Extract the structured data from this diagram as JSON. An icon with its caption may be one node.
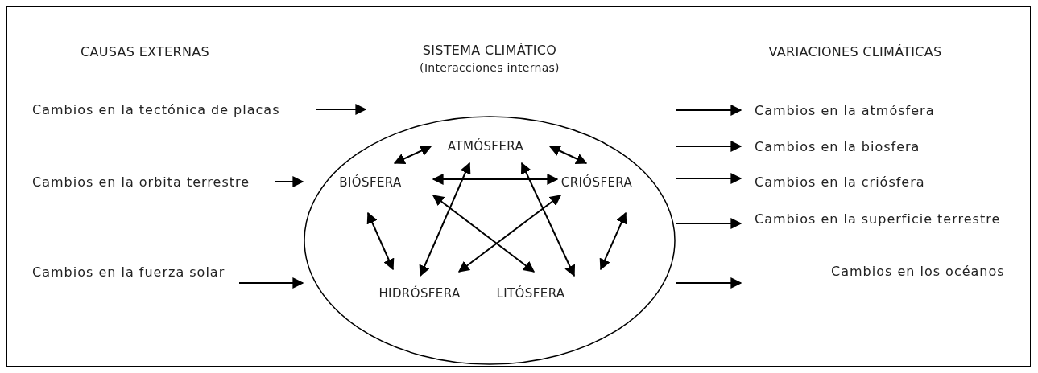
{
  "diagram": {
    "nodes": [
      {
        "text": [],
        "shape": "ellipse"
      },
      {
        "text": [
          "ATMÓSFERA"
        ],
        "in": 0
      },
      {
        "text": [
          "BIÓSFERA"
        ],
        "in": 0
      },
      {
        "text": [
          "CRIÓSFERA"
        ],
        "in": 0
      },
      {
        "text": [
          "HIDRÓSFERA"
        ],
        "in": 0
      },
      {
        "text": [
          "LITÓSFERA"
        ],
        "in": 0
      },
      {
        "text": [
          "Cambios en la tectónica de placas"
        ]
      },
      {
        "text": [
          "Cambios en la orbita terrestre"
        ]
      },
      {
        "text": [
          "Cambios en la fuerza solar"
        ]
      },
      {
        "text": [
          "Cambios en la atmósfera"
        ]
      },
      {
        "text": [
          "Cambios en la biosfera"
        ]
      },
      {
        "text": [
          "Cambios en la criósfera"
        ]
      },
      {
        "text": [
          "Cambios en la superficie terrestre"
        ]
      },
      {
        "text": [
          "Cambios en los océanos"
        ]
      }
    ],
    "edges": [
      {
        "from": 6,
        "to": 0,
        "arrow": "to"
      },
      {
        "from": 7,
        "to": 0,
        "arrow": "to"
      },
      {
        "from": 8,
        "to": 0,
        "arrow": "to"
      },
      {
        "from": null,
        "to": 9,
        "arrow": "to"
      },
      {
        "from": 0,
        "to": 10,
        "arrow": "to"
      },
      {
        "from": 0,
        "to": 11,
        "arrow": "to"
      },
      {
        "from": 0,
        "to": 12,
        "arrow": "to"
      },
      {
        "from": 0,
        "to": null,
        "arrow": "to"
      },
      {
        "from": 2,
        "to": 1,
        "arrow": "both"
      },
      {
        "from": 1,
        "to": 3,
        "arrow": "both"
      },
      {
        "from": 2,
        "to": 3,
        "arrow": "both"
      },
      {
        "from": 2,
        "to": 4,
        "arrow": "both"
      },
      {
        "from": 3,
        "to": 5,
        "arrow": "both"
      },
      {
        "from": 1,
        "to": 4,
        "arrow": "both"
      },
      {
        "from": 1,
        "to": 5,
        "arrow": "both"
      },
      {
        "from": 2,
        "to": 5,
        "arrow": "both"
      },
      {
        "from": 3,
        "to": 4,
        "arrow": "both"
      }
    ],
    "labels": [
      "CAUSAS EXTERNAS",
      "SISTEMA CLIMÁTICO",
      "(Interacciones internas)",
      "VARIACIONES CLIMÁTICAS"
    ]
  }
}
